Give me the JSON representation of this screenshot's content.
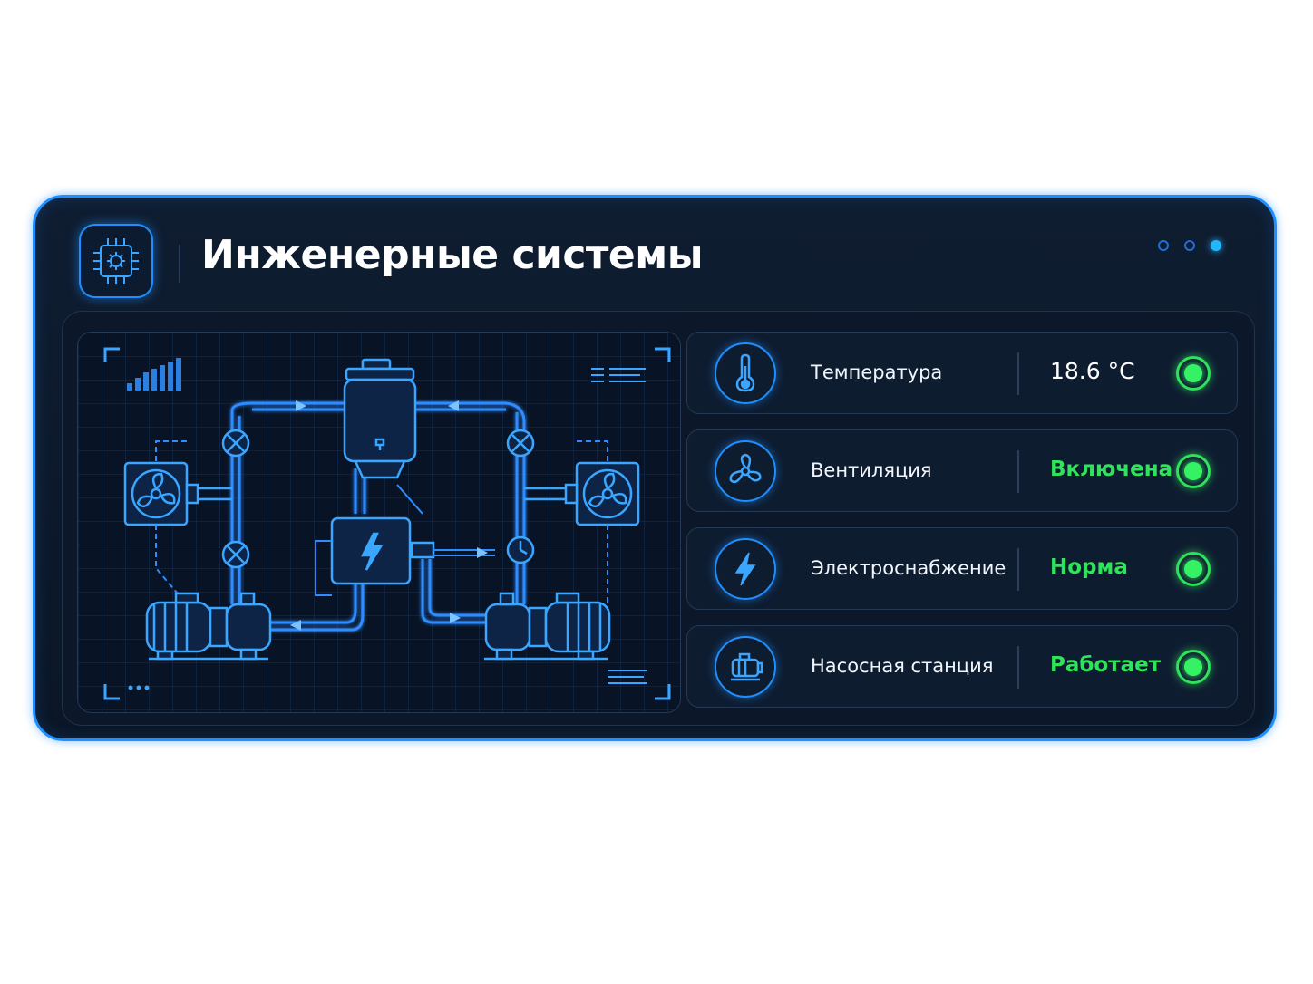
{
  "header": {
    "title": "Инженерные системы",
    "logo_icon": "chip-gear-icon",
    "page_dots": {
      "count": 3,
      "active_index": 2
    }
  },
  "schematic": {
    "description_icons": [
      "signal-bars-icon",
      "menu-lines-icon",
      "fan-icon",
      "valve-icon",
      "tank-icon",
      "power-box-icon",
      "gauge-icon",
      "pump-icon"
    ]
  },
  "statuses": [
    {
      "id": "temperature",
      "label": "Температура",
      "value": "18.6 °C",
      "value_style": "white",
      "icon": "thermometer-icon",
      "indicator": "ok"
    },
    {
      "id": "ventilation",
      "label": "Вентиляция",
      "value": "Включена",
      "value_style": "green",
      "icon": "fan-icon",
      "indicator": "ok"
    },
    {
      "id": "power",
      "label": "Электроснабжение",
      "value": "Норма",
      "value_style": "green",
      "icon": "lightning-icon",
      "indicator": "ok"
    },
    {
      "id": "pumps",
      "label": "Насосная станция",
      "value": "Работает",
      "value_style": "green",
      "icon": "pump-icon",
      "indicator": "ok"
    }
  ],
  "colors": {
    "accent": "#1e8fff",
    "status_ok": "#2fe35a",
    "background": "#0c1829"
  }
}
